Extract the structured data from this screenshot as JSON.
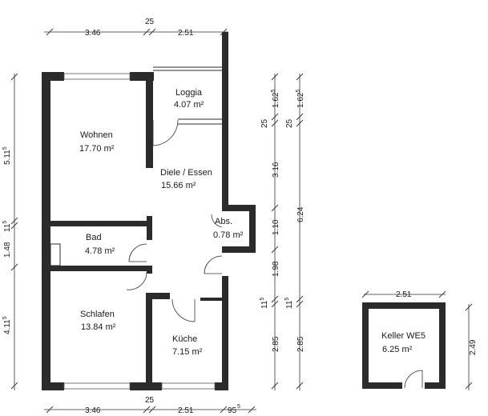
{
  "rooms": {
    "loggia": {
      "name": "Loggia",
      "area": "4.07 m²"
    },
    "wohnen": {
      "name": "Wohnen",
      "area": "17.70 m²"
    },
    "diele": {
      "name": "Diele / Essen",
      "area": "15.66 m²"
    },
    "abs": {
      "name": "Abs.",
      "area": "0.78 m²"
    },
    "bad": {
      "name": "Bad",
      "area": "4.78 m²"
    },
    "schlafen": {
      "name": "Schlafen",
      "area": "13.84 m²"
    },
    "kueche": {
      "name": "Küche",
      "area": "7.15 m²"
    },
    "keller": {
      "name": "Keller WE5",
      "area": "6.25 m²"
    }
  },
  "dimensions": {
    "top": {
      "a": "3.46",
      "b": "25",
      "c": "2.51"
    },
    "bottom": {
      "a": "3.46",
      "b": "25",
      "c": "2.51",
      "d": "95",
      "d_sup": "5"
    },
    "left": {
      "a": "5.11",
      "a_sup": "5",
      "b": "11",
      "b_sup": "5",
      "c": "1.48",
      "d": "4.11",
      "d_sup": "5"
    },
    "right_inner": {
      "a": "1.62",
      "a_sup": "5",
      "b": "25",
      "c": "3.16",
      "d": "1.10",
      "e": "1.98",
      "f": "11",
      "f_sup": "5",
      "g": "2.85"
    },
    "right_outer": {
      "a": "1.62",
      "a_sup": "5",
      "b": "25",
      "c": "6.24",
      "d": "11",
      "d_sup": "5",
      "e": "2.85"
    },
    "keller": {
      "width": "2.51",
      "height": "2.49"
    }
  }
}
